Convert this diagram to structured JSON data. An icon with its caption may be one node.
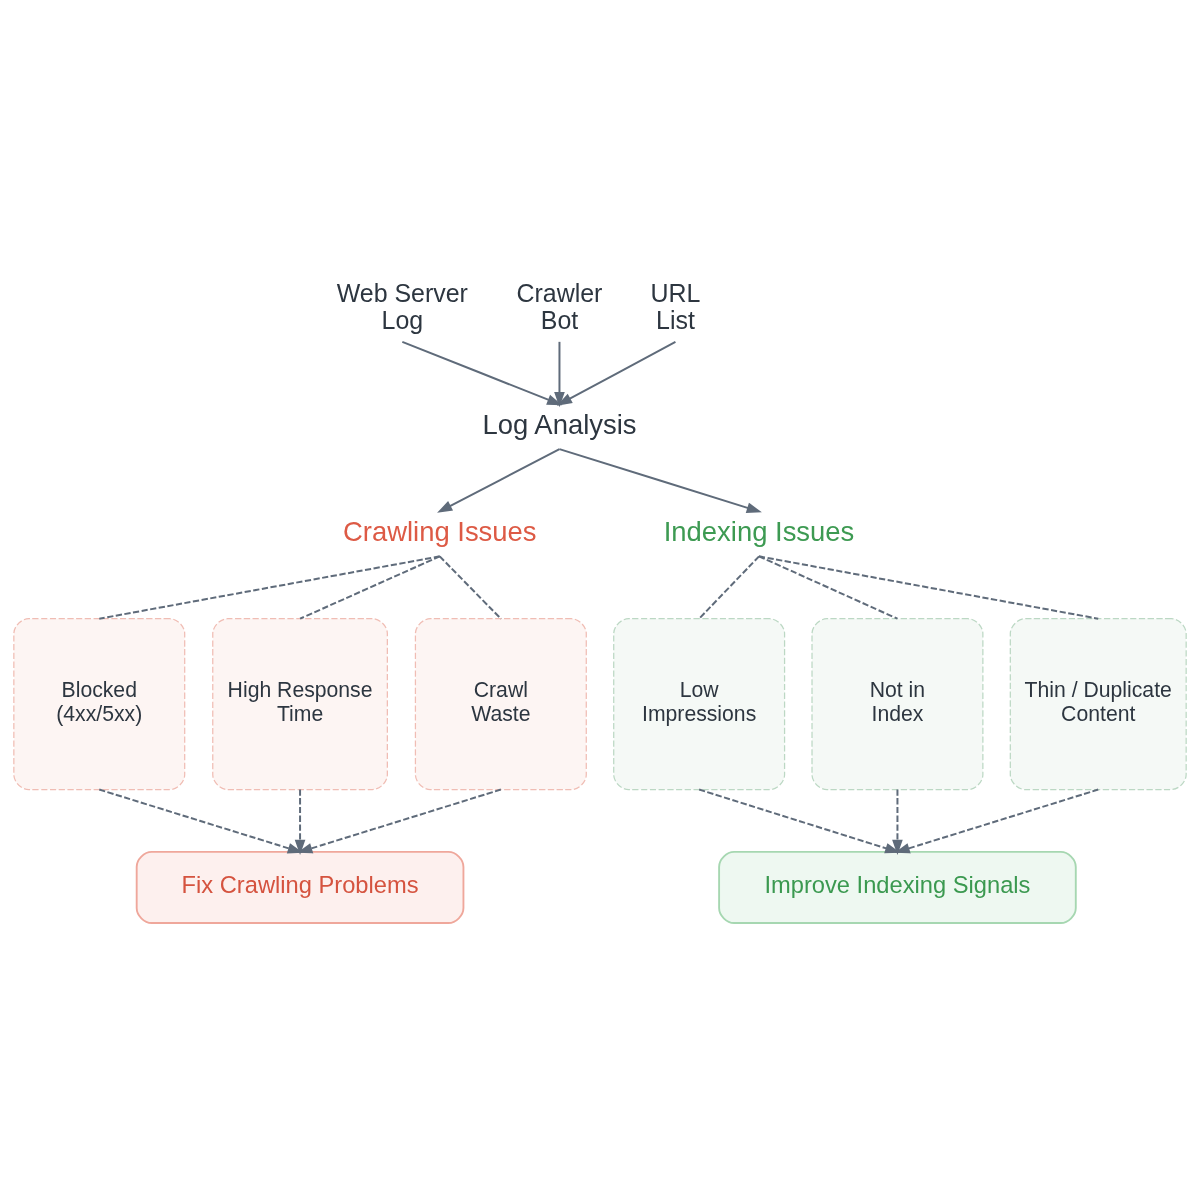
{
  "diagram": {
    "nodes": [
      {
        "text": [
          "Web Server Log"
        ]
      },
      {
        "text": [
          "Crawler Bot"
        ]
      },
      {
        "text": [
          "URL List"
        ]
      },
      {
        "text": [
          "Log Analysis"
        ]
      },
      {
        "text": [
          "Crawling Issues"
        ]
      },
      {
        "text": [
          "Indexing Issues"
        ]
      },
      {
        "text": [
          "Blocked (4xx/5xx)"
        ]
      },
      {
        "text": [
          "High Response Time"
        ]
      },
      {
        "text": [
          "Crawl Waste"
        ]
      },
      {
        "text": [
          "Low Impressions"
        ]
      },
      {
        "text": [
          "Not in Index"
        ]
      },
      {
        "text": [
          "Thin / Duplicate Content"
        ]
      },
      {
        "text": [
          "Fix Crawling Problems"
        ]
      },
      {
        "text": [
          "Improve Indexing Signals"
        ]
      }
    ],
    "edges": [
      {
        "from": 0,
        "to": 3,
        "arrow": "to"
      },
      {
        "from": 1,
        "to": 3,
        "arrow": "to"
      },
      {
        "from": 2,
        "to": 3,
        "arrow": "to"
      },
      {
        "from": 3,
        "to": 4,
        "arrow": "to"
      },
      {
        "from": 3,
        "to": 5,
        "arrow": "to"
      },
      {
        "from": 4,
        "to": 6,
        "arrow": "none",
        "style": "dashed"
      },
      {
        "from": 4,
        "to": 7,
        "arrow": "none",
        "style": "dashed"
      },
      {
        "from": 4,
        "to": 8,
        "arrow": "none",
        "style": "dashed"
      },
      {
        "from": 5,
        "to": 9,
        "arrow": "none",
        "style": "dashed"
      },
      {
        "from": 5,
        "to": 10,
        "arrow": "none",
        "style": "dashed"
      },
      {
        "from": 5,
        "to": 11,
        "arrow": "none",
        "style": "dashed"
      },
      {
        "from": 6,
        "to": 12,
        "arrow": "to",
        "style": "dashed"
      },
      {
        "from": 7,
        "to": 12,
        "arrow": "to",
        "style": "dashed"
      },
      {
        "from": 8,
        "to": 12,
        "arrow": "to",
        "style": "dashed"
      },
      {
        "from": 9,
        "to": 13,
        "arrow": "to",
        "style": "dashed"
      },
      {
        "from": 10,
        "to": 13,
        "arrow": "to",
        "style": "dashed"
      },
      {
        "from": 11,
        "to": 13,
        "arrow": "to",
        "style": "dashed"
      }
    ]
  }
}
